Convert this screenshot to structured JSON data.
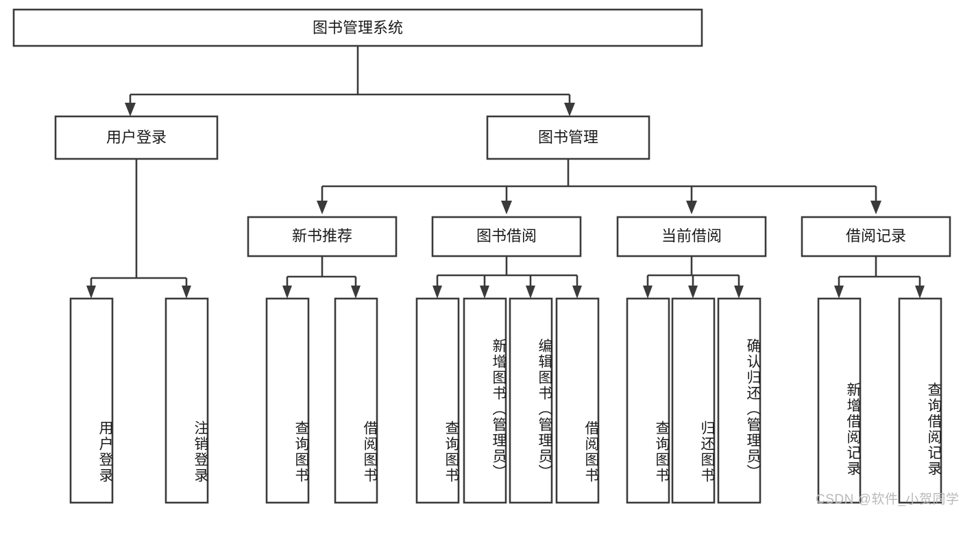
{
  "diagram": {
    "title": "图书管理系统",
    "type": "hierarchy-tree",
    "levels": 4,
    "root": {
      "id": "root",
      "label": "图书管理系统",
      "orientation": "horizontal"
    },
    "level2": [
      {
        "id": "user-login",
        "label": "用户登录",
        "orientation": "horizontal"
      },
      {
        "id": "book-manage",
        "label": "图书管理",
        "orientation": "horizontal"
      }
    ],
    "level3": [
      {
        "id": "new-book-recommend",
        "label": "新书推荐",
        "orientation": "horizontal",
        "parent": "book-manage"
      },
      {
        "id": "book-borrow",
        "label": "图书借阅",
        "orientation": "horizontal",
        "parent": "book-manage"
      },
      {
        "id": "current-borrow",
        "label": "当前借阅",
        "orientation": "horizontal",
        "parent": "book-manage"
      },
      {
        "id": "borrow-record",
        "label": "借阅记录",
        "orientation": "horizontal",
        "parent": "book-manage"
      }
    ],
    "leaves": [
      {
        "id": "leaf-user-login",
        "label": "用户登录",
        "parent": "user-login",
        "orientation": "vertical"
      },
      {
        "id": "leaf-user-logout",
        "label": "注销登录",
        "parent": "user-login",
        "orientation": "vertical"
      },
      {
        "id": "leaf-query-book-1",
        "label": "查询图书",
        "parent": "new-book-recommend",
        "orientation": "vertical"
      },
      {
        "id": "leaf-borrow-book-1",
        "label": "借阅图书",
        "parent": "new-book-recommend",
        "orientation": "vertical"
      },
      {
        "id": "leaf-query-book-2",
        "label": "查询图书",
        "parent": "book-borrow",
        "orientation": "vertical"
      },
      {
        "id": "leaf-add-book",
        "label": "新增图书（管理员）",
        "parent": "book-borrow",
        "orientation": "vertical"
      },
      {
        "id": "leaf-edit-book",
        "label": "编辑图书（管理员）",
        "parent": "book-borrow",
        "orientation": "vertical"
      },
      {
        "id": "leaf-borrow-book-2",
        "label": "借阅图书",
        "parent": "book-borrow",
        "orientation": "vertical"
      },
      {
        "id": "leaf-query-book-3",
        "label": "查询图书",
        "parent": "current-borrow",
        "orientation": "vertical"
      },
      {
        "id": "leaf-return-book",
        "label": "归还图书",
        "parent": "current-borrow",
        "orientation": "vertical"
      },
      {
        "id": "leaf-confirm-return",
        "label": "确认归还（管理员）",
        "parent": "current-borrow",
        "orientation": "vertical"
      },
      {
        "id": "leaf-add-record",
        "label": "新增借阅记录",
        "parent": "borrow-record",
        "orientation": "vertical"
      },
      {
        "id": "leaf-query-record",
        "label": "查询借阅记录",
        "parent": "borrow-record",
        "orientation": "vertical"
      }
    ],
    "colors": {
      "stroke": "#3a3a3a",
      "fill": "#ffffff",
      "text": "#1a1a1a",
      "watermark": "#b9b9b9",
      "background": "#ffffff"
    }
  },
  "watermark": {
    "text": "CSDN @软件_小贺同学"
  }
}
